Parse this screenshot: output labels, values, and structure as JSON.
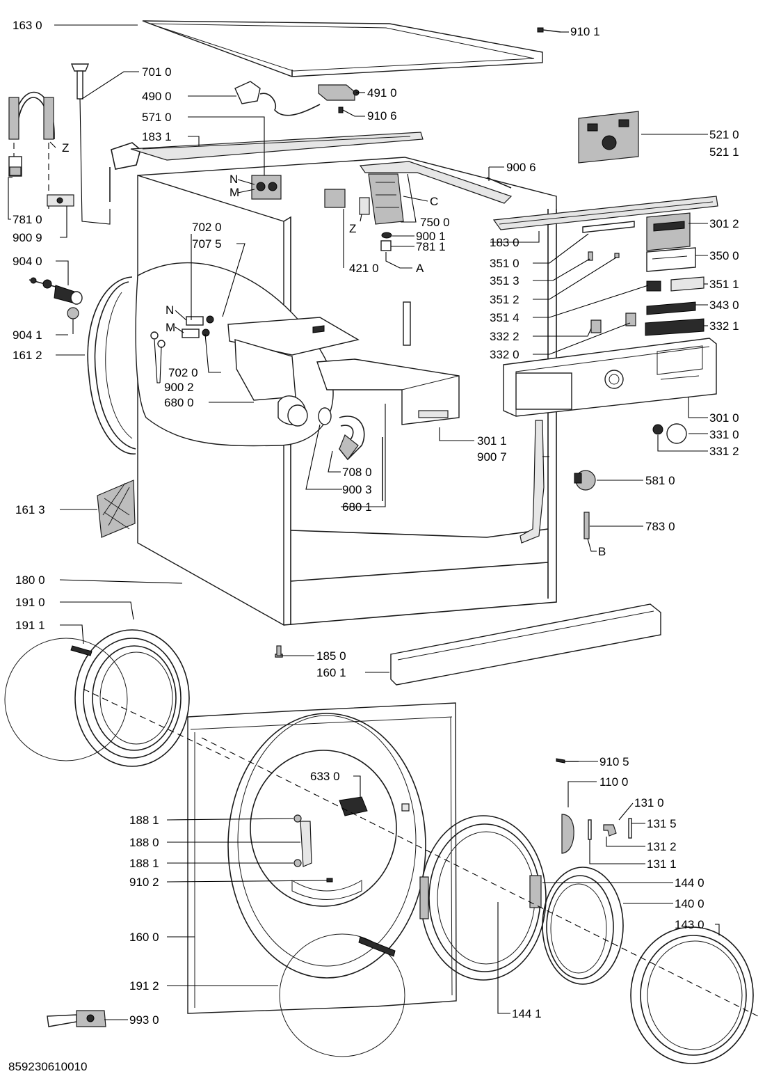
{
  "doc_number": "859230610010",
  "labels": {
    "l163_0": "163 0",
    "l910_1": "910 1",
    "l701_0": "701 0",
    "l490_0": "490 0",
    "l491_0": "491 0",
    "l910_6": "910 6",
    "l571_0": "571 0",
    "l183_1": "183 1",
    "l521_0": "521 0",
    "l521_1": "521 1",
    "lZ1": "Z",
    "l900_6": "900 6",
    "lN1": "N",
    "lM1": "M",
    "lC": "C",
    "l781_0": "781 0",
    "lZ2": "Z",
    "l750_0": "750 0",
    "l183_0": "183 0",
    "l301_2": "301 2",
    "l900_9": "900 9",
    "l900_1": "900 1",
    "l702_0a": "702 0",
    "l707_5": "707 5",
    "l781_1": "781 1",
    "l351_0": "351 0",
    "l350_0": "350 0",
    "l904_0": "904 0",
    "l421_0": "421 0",
    "lA": "A",
    "l351_3": "351 3",
    "l351_1": "351 1",
    "l351_2": "351 2",
    "l904_1": "904 1",
    "lN2": "N",
    "l351_4": "351 4",
    "l343_0": "343 0",
    "l161_2": "161 2",
    "lM2": "M",
    "l332_2": "332 2",
    "l332_1": "332 1",
    "l332_0": "332 0",
    "l702_0b": "702 0",
    "l900_2": "900 2",
    "l680_0": "680 0",
    "l301_0": "301 0",
    "l301_1": "301 1",
    "l331_0": "331 0",
    "l900_7": "900 7",
    "l331_2": "331 2",
    "l708_0": "708 0",
    "l581_0": "581 0",
    "l900_3": "900 3",
    "l161_3": "161 3",
    "l680_1": "680 1",
    "l783_0": "783 0",
    "lB": "B",
    "l180_0": "180 0",
    "l191_0": "191 0",
    "l191_1": "191 1",
    "l185_0": "185 0",
    "l160_1": "160 1",
    "l910_5": "910 5",
    "l633_0": "633 0",
    "l110_0": "110 0",
    "l131_0": "131 0",
    "l188_1a": "188 1",
    "l131_5": "131 5",
    "l188_0": "188 0",
    "l131_2": "131 2",
    "l188_1b": "188 1",
    "l131_1": "131 1",
    "l910_2": "910 2",
    "l144_0": "144 0",
    "l140_0": "140 0",
    "l143_0": "143 0",
    "l160_0": "160 0",
    "l191_2": "191 2",
    "l144_1": "144 1",
    "l993_0": "993 0"
  }
}
